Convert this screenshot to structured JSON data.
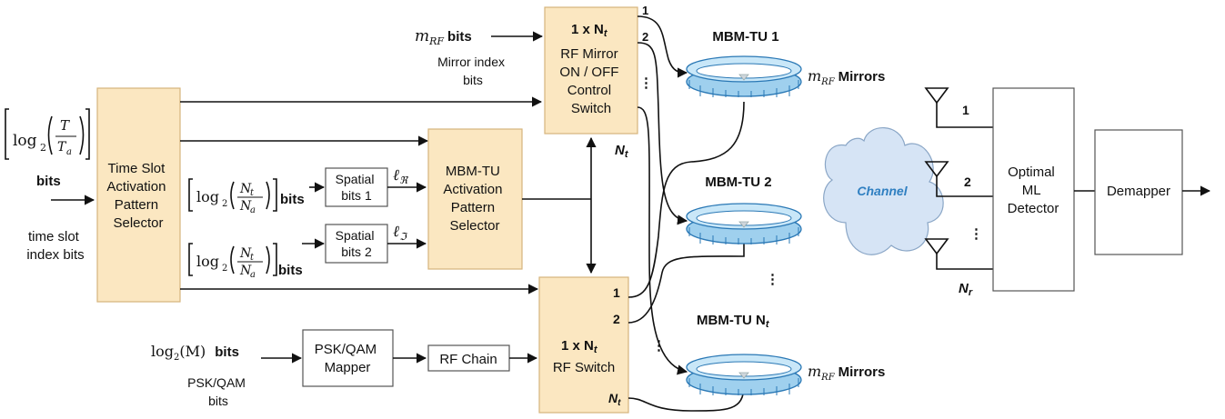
{
  "inputs": {
    "log_frac_T": "log",
    "log_sub": "2",
    "frac_T_num": "T",
    "frac_T_den": "T",
    "frac_T_den_sub": "a",
    "bits": "bits",
    "time_slot_label": [
      "time slot",
      "index bits"
    ],
    "m_rf": "m",
    "m_rf_sub": "RF",
    "m_rf_bits": "bits",
    "mirror_index_label": [
      "Mirror index",
      "bits"
    ],
    "frac_N_num": "N",
    "frac_N_num_sub": "t",
    "frac_N_den": "N",
    "frac_N_den_sub": "a",
    "log2M": "log",
    "log2M_sub": "2",
    "log2M_arg": "(M)",
    "psk_label": [
      "PSK/QAM",
      "bits"
    ]
  },
  "blocks": {
    "time_slot_selector": [
      "Time Slot",
      "Activation",
      "Pattern",
      "Selector"
    ],
    "spatial1": [
      "Spatial",
      "bits 1"
    ],
    "spatial2": [
      "Spatial",
      "bits 2"
    ],
    "mbm_selector": [
      "MBM-TU",
      "Activation",
      "Pattern",
      "Selector"
    ],
    "psk_mapper": [
      "PSK/QAM",
      "Mapper"
    ],
    "rf_chain": "RF Chain",
    "mirror_switch_top": "1 x N",
    "mirror_switch_sub": "t",
    "mirror_switch": [
      "RF Mirror",
      "ON / OFF",
      "Control",
      "Switch"
    ],
    "rf_switch_top": "1 x N",
    "rf_switch_sub": "t",
    "rf_switch": "RF Switch",
    "ml_detector": [
      "Optimal",
      "ML",
      "Detector"
    ],
    "demapper": "Demapper"
  },
  "labels": {
    "ell_r": "ℓ",
    "ell_r_sub": "ℜ",
    "ell_i": "ℓ",
    "ell_i_sub": "ℑ",
    "nt_mid": "N",
    "nt_mid_sub": "t",
    "port1": "1",
    "port2": "2",
    "dots": "⋮",
    "rf_port1": "1",
    "rf_port2": "2",
    "rf_portN": "N",
    "rf_portN_sub": "t",
    "mbm1": "MBM-TU 1",
    "mbm2": "MBM-TU 2",
    "mbmN": "MBM-TU N",
    "mbmN_sub": "t",
    "mrf_mirrors_top": "m",
    "mrf_mirrors_bottom": "m",
    "mrf_sub": "RF",
    "mirrors": "Mirrors",
    "channel": "Channel",
    "rx1": "1",
    "rx2": "2",
    "rxN": "N",
    "rxN_sub": "r"
  },
  "colors": {
    "block_fill": "#fbe7c1",
    "block_stroke": "#d6b47c",
    "mbm_ring": "#9fd0ee",
    "mbm_edge": "#2a78b5",
    "channel_fill": "#d6e4f5",
    "channel_text": "#2f7fc1"
  }
}
